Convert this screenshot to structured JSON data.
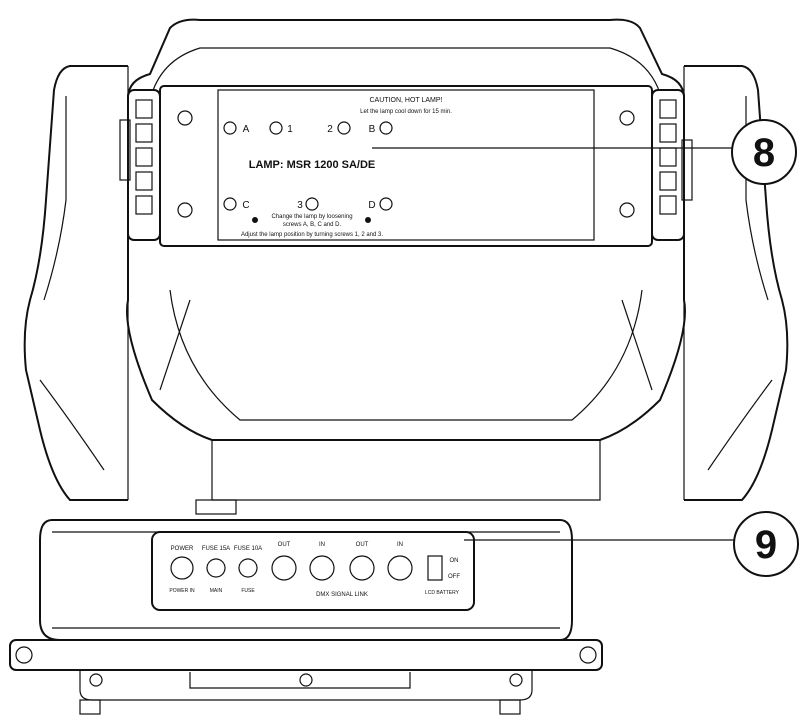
{
  "lamp_plate": {
    "caution_line": "CAUTION, HOT LAMP!",
    "cooldown_line": "Let the lamp cool down for 15 min.",
    "lamp_label": "LAMP: MSR 1200 SA/DE",
    "screw_labels": [
      "A",
      "1",
      "2",
      "B",
      "C",
      "3",
      "D"
    ],
    "change_line_1": "Change the lamp by loosening",
    "change_line_2": "screws A, B, C and D.",
    "adjust_line": "Adjust the lamp position by turning screws 1, 2 and 3."
  },
  "connector_panel": {
    "power_label": "POWER",
    "fuse1_label": "FUSE 15A",
    "fuse2_label": "FUSE 10A",
    "dmx_out_label": "OUT",
    "dmx_in_label": "IN",
    "dmx_out2_label": "OUT",
    "dmx_in2_label": "IN",
    "switch_on_label": "ON",
    "switch_off_label": "OFF",
    "power_input_label": "POWER IN",
    "main_fuse_label": "MAIN",
    "aux_fuse_label": "FUSE",
    "dmx_signal_label": "DMX SIGNAL LINK",
    "battery_label": "LCD BATTERY"
  },
  "callouts": [
    {
      "number": "8"
    },
    {
      "number": "9"
    }
  ]
}
